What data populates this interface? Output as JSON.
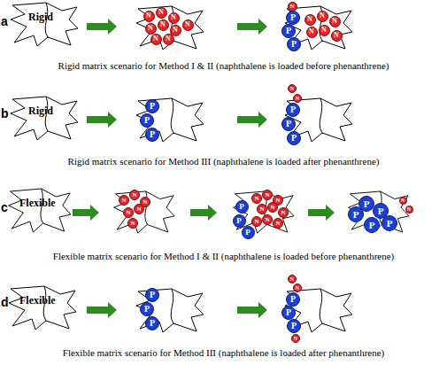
{
  "diagram": {
    "nodes": [
      {
        "text": [
          "Rigid"
        ]
      },
      {
        "text": [
          "N"
        ]
      },
      {
        "text": [
          "N"
        ]
      },
      {
        "text": [
          "N"
        ]
      },
      {
        "text": [
          "N"
        ]
      },
      {
        "text": [
          "N"
        ]
      },
      {
        "text": [
          "N"
        ]
      },
      {
        "text": [
          "N"
        ]
      },
      {
        "text": [
          "N"
        ]
      },
      {
        "text": [
          "N"
        ]
      },
      {
        "text": [
          "N"
        ]
      },
      {
        "text": [
          "P"
        ]
      },
      {
        "text": [
          "P"
        ]
      },
      {
        "text": [
          "P"
        ]
      },
      {
        "text": [
          "N"
        ]
      },
      {
        "text": [
          "N"
        ]
      },
      {
        "text": [
          "N"
        ]
      },
      {
        "text": [
          "N"
        ]
      },
      {
        "text": [
          "N"
        ]
      },
      {
        "text": [
          "N"
        ]
      },
      {
        "text": [
          "Rigid"
        ]
      },
      {
        "text": [
          "P"
        ]
      },
      {
        "text": [
          "P"
        ]
      },
      {
        "text": [
          "P"
        ]
      },
      {
        "text": [
          "N"
        ]
      },
      {
        "text": [
          "N"
        ]
      },
      {
        "text": [
          "P"
        ]
      },
      {
        "text": [
          "P"
        ]
      },
      {
        "text": [
          "P"
        ]
      },
      {
        "text": [
          "Flexible"
        ]
      },
      {
        "text": [
          "N"
        ]
      },
      {
        "text": [
          "N"
        ]
      },
      {
        "text": [
          "N"
        ]
      },
      {
        "text": [
          "N"
        ]
      },
      {
        "text": [
          "N"
        ]
      },
      {
        "text": [
          "N"
        ]
      },
      {
        "text": [
          "P"
        ]
      },
      {
        "text": [
          "P"
        ]
      },
      {
        "text": [
          "P"
        ]
      },
      {
        "text": [
          "N"
        ]
      },
      {
        "text": [
          "N"
        ]
      },
      {
        "text": [
          "N"
        ]
      },
      {
        "text": [
          "N"
        ]
      },
      {
        "text": [
          "N"
        ]
      },
      {
        "text": [
          "N"
        ]
      },
      {
        "text": [
          "N"
        ]
      },
      {
        "text": [
          "N"
        ]
      },
      {
        "text": [
          "N"
        ]
      },
      {
        "text": [
          "P"
        ]
      },
      {
        "text": [
          "P"
        ]
      },
      {
        "text": [
          "P"
        ]
      },
      {
        "text": [
          "P"
        ]
      },
      {
        "text": [
          "P"
        ]
      },
      {
        "text": [
          "N"
        ]
      },
      {
        "text": [
          "N"
        ]
      },
      {
        "text": [
          "Flexible"
        ]
      },
      {
        "text": [
          "P"
        ]
      },
      {
        "text": [
          "P"
        ]
      },
      {
        "text": [
          "P"
        ]
      },
      {
        "text": [
          "N"
        ]
      },
      {
        "text": [
          "N"
        ]
      },
      {
        "text": [
          "P"
        ]
      },
      {
        "text": [
          "P"
        ]
      },
      {
        "text": [
          "P"
        ]
      },
      {
        "text": [
          "N"
        ]
      }
    ],
    "labels": [
      "a",
      "Rigid matrix scenario for Method I & II (naphthalene is loaded before phenanthrene)",
      "b",
      "Rigid matrix scenario for Method III (naphthalene is loaded after phenanthrene)",
      "c",
      "Flexible matrix scenario for Method I & II (naphthalene is loaded before phenanthrene)",
      "d",
      "Flexible matrix scenario for Method III (naphthalene is loaded after phenanthrene)"
    ]
  }
}
